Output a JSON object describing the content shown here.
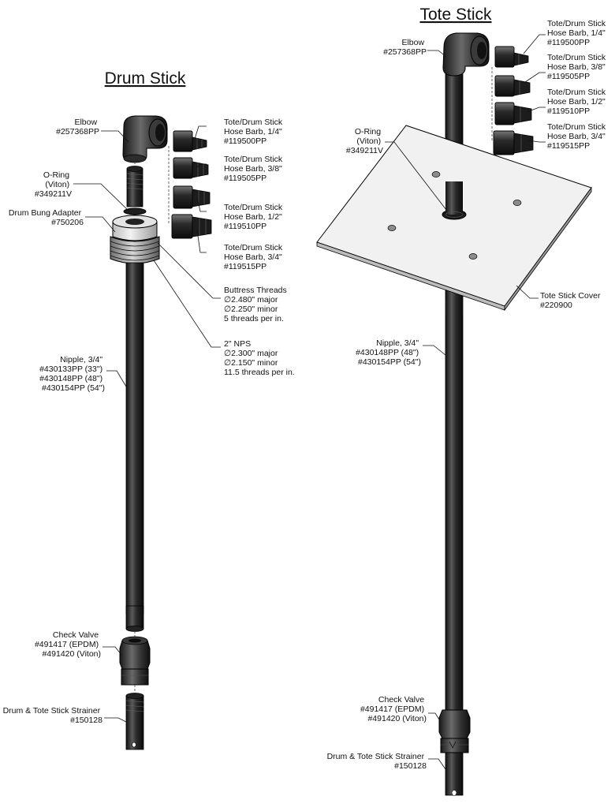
{
  "drum": {
    "title": "Drum Stick",
    "elbow": [
      "Elbow",
      "#257368PP"
    ],
    "oring": [
      "O-Ring",
      "(Viton)",
      "#349211V"
    ],
    "bung": [
      "Drum Bung Adapter",
      "#750206"
    ],
    "barbs": [
      [
        "Tote/Drum Stick",
        "Hose Barb, 1/4\"",
        "#119500PP"
      ],
      [
        "Tote/Drum Stick",
        "Hose Barb, 3/8\"",
        "#119505PP"
      ],
      [
        "Tote/Drum Stick",
        "Hose Barb, 1/2\"",
        "#119510PP"
      ],
      [
        "Tote/Drum Stick",
        "Hose Barb, 3/4\"",
        "#119515PP"
      ]
    ],
    "buttress": [
      "Buttress Threads",
      "∅2.480\" major",
      "∅2.250\" minor",
      "5 threads per in."
    ],
    "nps": [
      "2\" NPS",
      "∅2.300\" major",
      "∅2.150\" minor",
      "11.5 threads per in."
    ],
    "nipple": [
      "Nipple, 3/4\"",
      "#430133PP (33\")",
      "#430148PP (48\")",
      "#430154PP (54\")"
    ],
    "check": [
      "Check Valve",
      "#491417 (EPDM)",
      "#491420 (Viton)"
    ],
    "strainer": [
      "Drum & Tote Stick Strainer",
      "#150128"
    ]
  },
  "tote": {
    "title": "Tote Stick",
    "elbow": [
      "Elbow",
      "#257368PP"
    ],
    "oring": [
      "O-Ring",
      "(Viton)",
      "#349211V"
    ],
    "barbs": [
      [
        "Tote/Drum Stick",
        "Hose Barb, 1/4\"",
        "#119500PP"
      ],
      [
        "Tote/Drum Stick",
        "Hose Barb, 3/8\"",
        "#119505PP"
      ],
      [
        "Tote/Drum Stick",
        "Hose Barb, 1/2\"",
        "#119510PP"
      ],
      [
        "Tote/Drum Stick",
        "Hose Barb, 3/4\"",
        "#119515PP"
      ]
    ],
    "cover": [
      "Tote Stick Cover",
      "#220900"
    ],
    "nipple": [
      "Nipple, 3/4\"",
      "#430148PP (48\")",
      "#430154PP (54\")"
    ],
    "check": [
      "Check Valve",
      "#491417 (EPDM)",
      "#491420 (Viton)"
    ],
    "strainer": [
      "Drum & Tote Stick Strainer",
      "#150128"
    ]
  }
}
